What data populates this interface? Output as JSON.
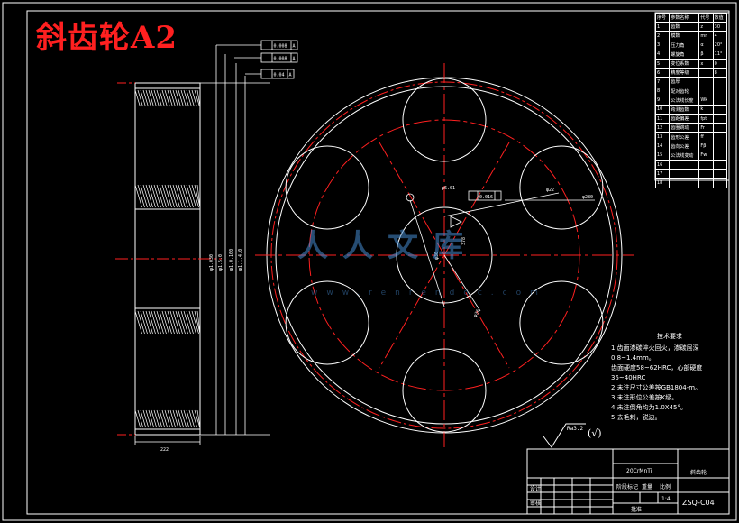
{
  "title": "斜齿轮A2",
  "tolerance_frames": [
    {
      "value": "0.008",
      "datum": "A"
    },
    {
      "value": "0.008",
      "datum": "A"
    },
    {
      "value": "0.04",
      "datum": "A"
    }
  ],
  "side_view": {
    "width_dim": "222",
    "dims": [
      "φ1.030",
      "φ1.5.0",
      "φ1.0.160",
      "φ1.1.4.0"
    ]
  },
  "front_view": {
    "labels": [
      "φ6.01",
      "0.016",
      "φ22",
      "φ280",
      "378",
      "φ30",
      "φ36"
    ]
  },
  "param_table": {
    "header": [
      "序号",
      "参数名称",
      "代号",
      "数值"
    ],
    "rows": [
      [
        "1",
        "齿数",
        "z",
        "30"
      ],
      [
        "2",
        "模数",
        "mn",
        "4"
      ],
      [
        "3",
        "压力角",
        "α",
        "20°"
      ],
      [
        "4",
        "螺旋角",
        "β",
        "11°"
      ],
      [
        "5",
        "变位系数",
        "x",
        "0"
      ],
      [
        "6",
        "精度等级",
        "",
        "8"
      ],
      [
        "7",
        "齿厚",
        "",
        ""
      ],
      [
        "8",
        "配对齿轮",
        "",
        ""
      ],
      [
        "9",
        "公法线长度",
        "Wk",
        ""
      ],
      [
        "10",
        "跨测齿数",
        "k",
        ""
      ],
      [
        "11",
        "齿距偏差",
        "fpt",
        ""
      ],
      [
        "12",
        "齿圈跳动",
        "Fr",
        ""
      ],
      [
        "13",
        "齿形公差",
        "ff",
        ""
      ],
      [
        "14",
        "齿向公差",
        "Fβ",
        ""
      ],
      [
        "15",
        "公法线变动",
        "Fw",
        ""
      ],
      [
        "16",
        "",
        "",
        ""
      ],
      [
        "17",
        "",
        "",
        ""
      ],
      [
        "18",
        "",
        "",
        ""
      ]
    ]
  },
  "tech_notes": {
    "heading": "技术要求",
    "lines": [
      "1.齿面渗碳淬火回火，渗碳层深",
      "0.8~1.4mm。",
      "  齿面硬度58~62HRC，心部硬度35~40HRC",
      "2.未注尺寸公差按GB1804-m。",
      "3.未注形位公差按K级。",
      "4.未注倒角均为1.0X45°。",
      "5.去毛刺，锐边。"
    ]
  },
  "roughness": {
    "value": "Ra3.2",
    "extra": "(√)"
  },
  "title_block": {
    "material": "20CrMnTi",
    "part_name": "斜齿轮",
    "drawing_no": "ZSQ-C04",
    "scale": "1:4",
    "stage_label": "阶段标记",
    "weight_label": "重量",
    "scale_label": "比例",
    "designer_label": "设计",
    "checker_label": "审核",
    "approver_label": "批准"
  },
  "watermark": {
    "text": "人人文库",
    "url": "www.renrendoc.com"
  }
}
